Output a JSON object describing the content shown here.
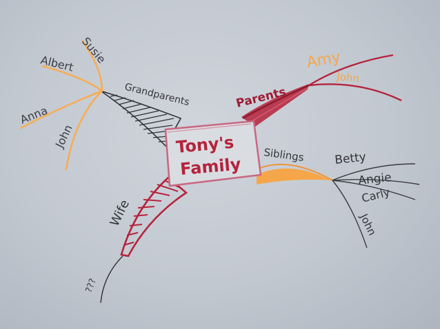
{
  "center": {
    "line1": "Tony's",
    "line2": "Family"
  },
  "branches": {
    "grandparents": {
      "label": "Grandparents",
      "children": [
        "Susie",
        "Albert",
        "Anna",
        "John"
      ]
    },
    "parents": {
      "label": "Parents",
      "children": [
        "Amy",
        "John"
      ]
    },
    "siblings": {
      "label": "Siblings",
      "children": [
        "Betty",
        "Angie",
        "Carly",
        "John"
      ]
    },
    "wife": {
      "label": "Wife",
      "children": [
        "???"
      ]
    }
  },
  "colors": {
    "paper": "#c7ccd3",
    "crimson": "#b5233c",
    "orange": "#f5a64a",
    "ink": "#3b3b42",
    "pink_border": "#d48aa0"
  }
}
